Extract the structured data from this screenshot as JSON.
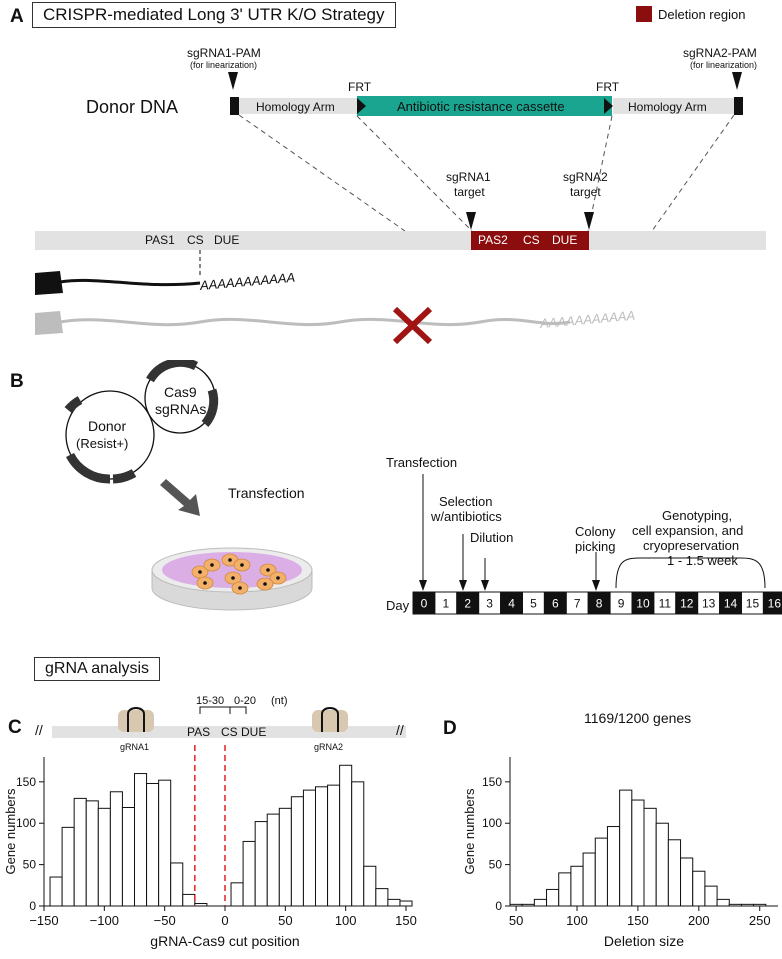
{
  "colors": {
    "deletion": "#8b0d0d",
    "cassette": "#19a58f",
    "utr": "#e2e2e2",
    "mrna_active": "#111111",
    "mrna_inactive": "#bdbdbd",
    "cross": "#a01414",
    "red_dash": "#e02020",
    "dish_medium": "#dcaee6",
    "cell": "#f2b06b"
  },
  "panel_a": {
    "letter": "A",
    "title": "CRISPR-mediated Long 3' UTR K/O Strategy",
    "legend": "Deletion region",
    "sgRNA1_pam": "sgRNA1-PAM",
    "sgRNA2_pam": "sgRNA2-PAM",
    "for_linearization": "(for linearization)",
    "donor_dna": "Donor DNA",
    "frt": "FRT",
    "homology_arm": "Homology Arm",
    "cassette": "Antibiotic resistance cassette",
    "sgRNA1_target": [
      "sgRNA1",
      "target"
    ],
    "sgRNA2_target": [
      "sgRNA2",
      "target"
    ],
    "pas1": "PAS1",
    "cs": "CS",
    "due": "DUE",
    "pas2": "PAS2",
    "polyA": "AAAAAAAAAAA"
  },
  "panel_b": {
    "letter": "B",
    "donor": "Donor",
    "resist": "(Resist+)",
    "cas9": "Cas9",
    "sgrnas": "sgRNAs",
    "transfection_label": "Transfection",
    "timeline_day": "Day",
    "days": [
      "0",
      "1",
      "2",
      "3",
      "4",
      "5",
      "6",
      "7",
      "8",
      "9",
      "10",
      "11",
      "12",
      "13",
      "14",
      "15",
      "16"
    ],
    "events": {
      "transfection": "Transfection",
      "selection": [
        "Selection",
        "w/antibiotics"
      ],
      "dilution": "Dilution",
      "colony": [
        "Colony",
        "picking"
      ],
      "genotyping": [
        "Genotyping,",
        "cell expansion, and",
        "cryopreservation",
        "1 - 1.5 week"
      ]
    }
  },
  "grna_title": "gRNA analysis",
  "panel_c": {
    "letter": "C",
    "gRNA1": "gRNA1",
    "gRNA2": "gRNA2",
    "pas": "PAS",
    "cs": "CS",
    "due": "DUE",
    "span1": "15-30",
    "span2": "0-20",
    "nt": "(nt)",
    "slashes": "//"
  },
  "panel_d": {
    "letter": "D",
    "header": "1169/1200 genes"
  },
  "chart_data": [
    {
      "type": "bar",
      "name": "C",
      "xlabel": "gRNA-Cas9 cut position",
      "ylabel": "Gene numbers",
      "xlim": [
        -150,
        150
      ],
      "ylim": [
        0,
        180
      ],
      "xticks": [
        -150,
        -100,
        -50,
        0,
        50,
        100,
        150
      ],
      "yticks": [
        0,
        50,
        100,
        150
      ],
      "bin_width": 10,
      "bin_starts": [
        -145,
        -135,
        -125,
        -115,
        -105,
        -95,
        -85,
        -75,
        -65,
        -55,
        -45,
        -35,
        -25,
        -15,
        -5,
        5,
        15,
        25,
        35,
        45,
        55,
        65,
        75,
        85,
        95,
        105,
        115,
        125,
        135,
        145
      ],
      "values": [
        35,
        95,
        130,
        127,
        118,
        138,
        119,
        160,
        148,
        152,
        52,
        14,
        3,
        0,
        0,
        28,
        78,
        102,
        111,
        118,
        132,
        140,
        144,
        146,
        170,
        150,
        48,
        21,
        8,
        6
      ],
      "reference_lines": [
        -25,
        0
      ]
    },
    {
      "type": "bar",
      "name": "D",
      "xlabel": "Deletion size",
      "ylabel": "Gene numbers",
      "xlim": [
        45,
        265
      ],
      "ylim": [
        0,
        180
      ],
      "xticks": [
        50,
        100,
        150,
        200,
        250
      ],
      "yticks": [
        0,
        50,
        100,
        150
      ],
      "bin_width": 10,
      "bin_starts": [
        45,
        55,
        65,
        75,
        85,
        95,
        105,
        115,
        125,
        135,
        145,
        155,
        165,
        175,
        185,
        195,
        205,
        215,
        225,
        235,
        245,
        255
      ],
      "values": [
        2,
        2,
        8,
        20,
        40,
        48,
        64,
        82,
        96,
        140,
        128,
        118,
        100,
        80,
        58,
        42,
        24,
        8,
        2,
        2,
        2,
        0
      ]
    }
  ]
}
